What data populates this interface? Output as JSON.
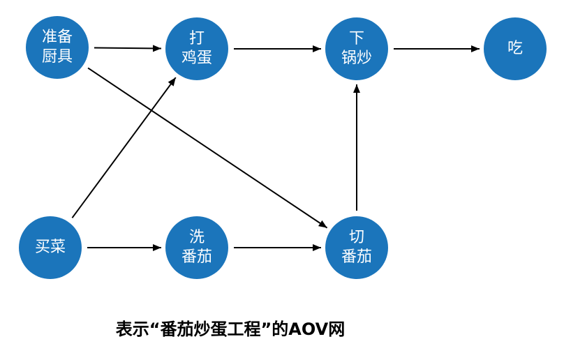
{
  "caption": "表示“番茄炒蛋工程”的AOV网",
  "colors": {
    "node_fill": "#1b75bb",
    "node_text": "#ffffff",
    "edge": "#000000"
  },
  "nodes": [
    {
      "id": "prep-tools",
      "lines": [
        "准备",
        "厨具"
      ]
    },
    {
      "id": "beat-eggs",
      "lines": [
        "打",
        "鸡蛋"
      ]
    },
    {
      "id": "stir-fry",
      "lines": [
        "下",
        "锅炒"
      ]
    },
    {
      "id": "eat",
      "lines": [
        "吃"
      ]
    },
    {
      "id": "buy-veg",
      "lines": [
        "买菜"
      ]
    },
    {
      "id": "wash-tomato",
      "lines": [
        "洗",
        "番茄"
      ]
    },
    {
      "id": "cut-tomato",
      "lines": [
        "切",
        "番茄"
      ]
    }
  ],
  "edges": [
    {
      "from": "prep-tools",
      "to": "beat-eggs"
    },
    {
      "from": "beat-eggs",
      "to": "stir-fry"
    },
    {
      "from": "stir-fry",
      "to": "eat"
    },
    {
      "from": "prep-tools",
      "to": "cut-tomato"
    },
    {
      "from": "buy-veg",
      "to": "beat-eggs"
    },
    {
      "from": "buy-veg",
      "to": "wash-tomato"
    },
    {
      "from": "wash-tomato",
      "to": "cut-tomato"
    },
    {
      "from": "cut-tomato",
      "to": "stir-fry"
    }
  ]
}
